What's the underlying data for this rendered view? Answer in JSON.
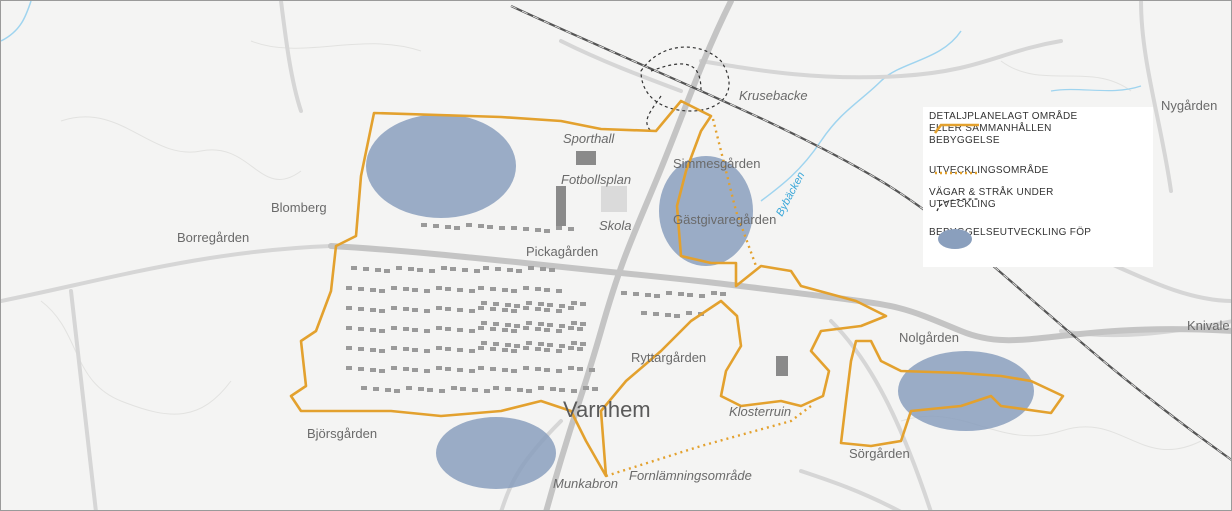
{
  "map": {
    "town": "Varnhem",
    "places": [
      {
        "id": "krusebacke",
        "text": "Krusebacke",
        "italic": true
      },
      {
        "id": "nygarden",
        "text": "Nygården",
        "italic": false
      },
      {
        "id": "sporthall",
        "text": "Sporthall",
        "italic": true
      },
      {
        "id": "simmesgarden",
        "text": "Simmesgården",
        "italic": false
      },
      {
        "id": "fotbollsplan",
        "text": "Fotbollsplan",
        "italic": true
      },
      {
        "id": "blomberg",
        "text": "Blomberg",
        "italic": false
      },
      {
        "id": "skola",
        "text": "Skola",
        "italic": true
      },
      {
        "id": "gastgivaregarden",
        "text": "Gästgivaregården",
        "italic": false
      },
      {
        "id": "borregarden",
        "text": "Borregården",
        "italic": false
      },
      {
        "id": "pickagarden",
        "text": "Pickagården",
        "italic": false
      },
      {
        "id": "nolgarden",
        "text": "Nolgården",
        "italic": false
      },
      {
        "id": "knivale",
        "text": "Knivale",
        "italic": false
      },
      {
        "id": "ryttargarden",
        "text": "Ryttargården",
        "italic": false
      },
      {
        "id": "klosterruin",
        "text": "Klosterruin",
        "italic": true
      },
      {
        "id": "bjorsgarden",
        "text": "Björsgården",
        "italic": false
      },
      {
        "id": "sorgarden",
        "text": "Sörgården",
        "italic": false
      },
      {
        "id": "munkabron",
        "text": "Munkabron",
        "italic": true
      },
      {
        "id": "fornlamning",
        "text": "Fornlämningsområde",
        "italic": true
      },
      {
        "id": "bybacken",
        "text": "Bybäcken",
        "italic": true
      }
    ],
    "legend": [
      {
        "id": "detaljplan",
        "text": "DETALJPLANELAGT OMRÅDE ELLER SAMMANHÅLLEN BEBYGGELSE",
        "symbol": "solid-orange-line"
      },
      {
        "id": "utveckling",
        "text": "UTVECKLINGSOMRÅDE",
        "symbol": "dotted-orange-line"
      },
      {
        "id": "vagar",
        "text": "VÄGAR & STRÅK UNDER UTVECKLING",
        "symbol": "dashed-black-line"
      },
      {
        "id": "bebyggelse",
        "text": "BEBYGGELSEUTVECKLING FÖP",
        "symbol": "blue-ellipse"
      }
    ],
    "colors": {
      "boundary": "#e3a12e",
      "development_blob": "#8a9fbd",
      "road": "#cfcfcf",
      "railway": "#555555",
      "water": "#9fd4ef",
      "building": "#8a8a8a"
    }
  }
}
